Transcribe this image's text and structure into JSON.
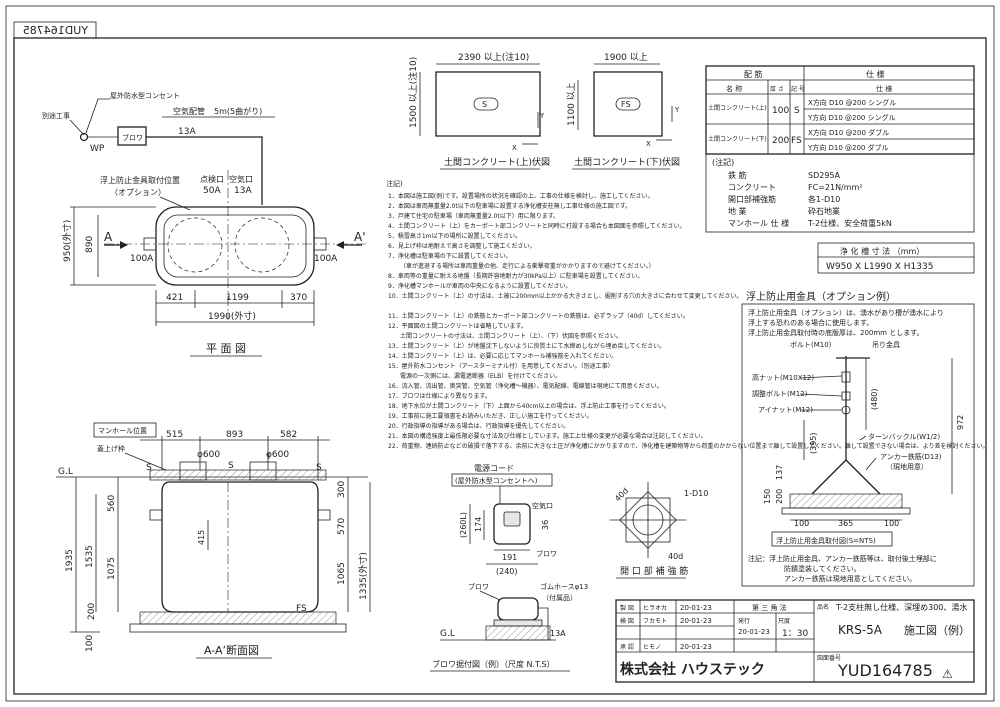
{
  "drawing": {
    "code_mirrored": "YUD164785",
    "code": "YUD164785",
    "company": "株式会社 ハウステック",
    "model": "KRS-5A",
    "drawing_type": "施工図（例）",
    "scale": "1：30",
    "projection": "第 三 角 法",
    "name_label": "品名",
    "name_desc": "T-2支柱無し仕様、深埋め300、湯水",
    "number_label": "図面番号",
    "revision_mark": "⚠",
    "title_rows": [
      {
        "role": "製 図",
        "person": "ヒラオカ",
        "date": "20-01-23"
      },
      {
        "role": "検 図",
        "person": "フカモト",
        "date": "20-01-23"
      },
      {
        "role": "承 認",
        "person": "ヒモノ",
        "date": "20-01-23"
      }
    ],
    "issue_label": "発行",
    "issue_date": "20-01-23",
    "scale_label": "尺度"
  },
  "plan_view": {
    "title": "平 面 図",
    "labels": {
      "separate_work": "別途工事",
      "outlet": "屋外防水型コンセント",
      "air_pipe": "空気配管",
      "air_pipe_len": "5m(5曲がり)",
      "blower": "ブロワ",
      "pipe_13a": "13A",
      "wp": "WP",
      "float_fitting": "浮上防止金具取付位置",
      "option": "（オプション）",
      "bypass": "点検口",
      "air_inlet": "空気口",
      "size_50a": "50A",
      "size_13a": "13A",
      "section_a": "A",
      "section_a2": "A'",
      "inlet": "100A",
      "outlet_pipe": "100A"
    },
    "dims": {
      "width_outer": "950(外寸)",
      "inner_890": "890",
      "d421": "421",
      "d1199": "1199",
      "d370": "370",
      "length_outer": "1990(外寸)"
    }
  },
  "section_view": {
    "title": "A-A’断面図",
    "labels": {
      "manhole": "マンホール位置",
      "cover": "蓋上げ枠",
      "gl": "G.L",
      "s": "S",
      "fs": "FS",
      "phi1": "φ600",
      "phi2": "φ600"
    },
    "dims": {
      "d515": "515",
      "d893": "893",
      "d582": "582",
      "h300": "300",
      "h560": "560",
      "h570": "570",
      "h415": "415",
      "h1935": "1935",
      "h1535": "1535",
      "h1075": "1075",
      "h1065": "1065",
      "h1335": "1335(外寸)",
      "b200": "200",
      "b100": "100"
    }
  },
  "upper_slab": {
    "title": "土間コンクリート(上)伏図",
    "width": "2390 以上(注10)",
    "depth": "1500 以上(注10)",
    "mark": "S"
  },
  "lower_slab": {
    "title": "土間コンクリート(下)伏図",
    "width": "1900 以上",
    "depth": "1100 以上",
    "mark": "FS"
  },
  "rebar_table": {
    "title_left": "配 筋",
    "title_right": "仕 様",
    "headers": [
      "名 称",
      "厚 さ",
      "記 号",
      "仕 様"
    ],
    "upper_name": "土間コンクリート(上)",
    "upper_thk": "100",
    "upper_sym": "S",
    "upper_x": "X方向 D10 @200 シングル",
    "upper_y": "Y方向 D10 @200 シングル",
    "lower_name": "土間コンクリート(下)",
    "lower_thk": "200",
    "lower_sym": "FS",
    "lower_x": "X方向 D10 @200 ダブル",
    "lower_y": "Y方向 D10 @200 ダブル"
  },
  "material_notes": {
    "head": "(注記)",
    "rows": [
      {
        "k": "鉄 筋",
        "v": "SD295A"
      },
      {
        "k": "コンクリート",
        "v": "FC=21N/mm²"
      },
      {
        "k": "開口部補強筋",
        "v": "各1-D10"
      },
      {
        "k": "地 業",
        "v": "砕石地業"
      },
      {
        "k": "マンホール 仕 様",
        "v": "T-2仕様、安全荷重5kN"
      }
    ]
  },
  "tank_size": {
    "label": "浄 化 槽 寸 法 （mm）",
    "value": "W950 X L1990 X H1335"
  },
  "notes": {
    "head": "注記)",
    "items": [
      "1．本図は施工図(例)です。設置場所の状況を確認の上、工事の仕様を検討し、施工してください。",
      "2．本図は車両無重量2.0t以下の駐車場に設置する浄化槽支柱無し工事仕様の施工図です。",
      "3．戸建て住宅の駐車場（車両無重量2.0t以下）用に限ります。",
      "4．土間コンクリート（上）をカーポート部コンクリートと同時に打設する場合も本図面を参照してください。",
      "5．積雪高さ1m以下の場所に設置してください。",
      "6．見上げ枠は地耐えで高さを調整して施工ください。",
      "7．浄化槽は駐車場の下に設置してください。",
      "（車が進退する場所は車両重量の他、走行による衝撃荷重がかかりますので避けてください。）",
      "8．車両等の重量に耐える地盤（長期許容地耐力が30kPa以上）に駐車場を設置してください。",
      "9．浄化槽マンホールが車両の中央になるように設置してください。",
      "10．土間コンクリート（上）の寸法は、土被に200mm以上かかる大きさとし、掘削する穴の大きさに合わせて変更してください。",
      "11．土間コンクリート（上）の鉄筋とカーポート部コンクリートの鉄筋は、必ずラップ（40d）してください。",
      "12．平面図の土間コンクリートは省略しています。",
      "土間コンクリートの寸法は、土間コンクリート（上）、（下）伏図を参照ください。",
      "13．土間コンクリート（上）が地盤沈下しないように良質土にて水締めしながら埋め戻してください。",
      "14．土間コンクリート（上）は、必要に応じてマンホール補強筋を入れてください。",
      "15．屋外防水コンセント（アースターミナル付）を用意してください。（別途工事）",
      "電源の一次側には、漏電遮断器（ELB）を付けてください。",
      "16．流入管、流出管、奥突管、空気管（浄化槽～機器）、電気配線、電線管は現地にて用意ください。",
      "17．ブロワは仕様により異なります。",
      "18．地下水位が土間コンクリート（下）上面から40cm以上の場合は、浮上防止工事を行ってください。",
      "19．工事前に施工要領書をお読みいただき、正しい施工を行ってください。",
      "20．行政指導の指導がある場合は、行政指導を優先してください。",
      "21．本図の構造強度上最低限必要な寸法及び仕様としています。施工上仕様の変更が必要な場合は注記してください。",
      "22．荷重物、連続防止などの破損で落下する、余前に大きな土圧が浄化槽にかかりますので、浄化槽を建築物等から荷重のかからない位置まで離して設置してください。離して設置できない場合は、より差を検討ください。"
    ]
  },
  "blower_detail": {
    "power_cord": "電源コード",
    "outlet": "(屋外防水型コンセントへ)",
    "air_inlet": "空気口",
    "blower": "ブロワ",
    "d260": "(260L)",
    "d174": "174",
    "d191": "191",
    "d240": "(240)",
    "d36": "36"
  },
  "blower_install": {
    "title": "ブロワ据付図（例）（尺度 N.T.S）",
    "blower": "ブロワ",
    "hose": "ゴムホースφ13",
    "hose_note": "（付属品）",
    "pipe": "13A",
    "gl": "G.L"
  },
  "opening_rebar": {
    "title": "開 口 部 補 強 筋",
    "d40a": "40d",
    "d40b": "40d",
    "rebar": "1-D10"
  },
  "float_detail": {
    "title": "浮上防止用金具（オプション例）",
    "desc": [
      "浮上防止用金具（オプション）は、湧水があり槽が湧水により",
      "浮上する恐れのある場合に使用します。",
      "浮上防止用金具取付時の底版厚は、200mm とします。"
    ],
    "bolt": "ボルト(M10)",
    "hanger": "吊り金具",
    "high_nut": "高ナット(M10X12)",
    "adj_bolt": "調整ボルト(M12)",
    "eye_nut": "アイナット(M12)",
    "turnbuckle": "ターンバックル(W1/2)",
    "anchor": "アンカー鉄筋(D13)",
    "anchor_note": "（現地用意）",
    "d480": "(480)",
    "d972": "972",
    "d395": "(395)",
    "d137": "137",
    "d150": "150",
    "d200": "200",
    "d100a": "100",
    "d365": "365",
    "d100b": "100",
    "caption": "浮上防止用金具取付図(S=NTS)",
    "notes": [
      "注記：浮上防止用金具、アンカー鉄筋等は、取付後土埋部に",
      "防錆塗装してください。",
      "アンカー鉄筋は現地用意としてください。"
    ]
  }
}
